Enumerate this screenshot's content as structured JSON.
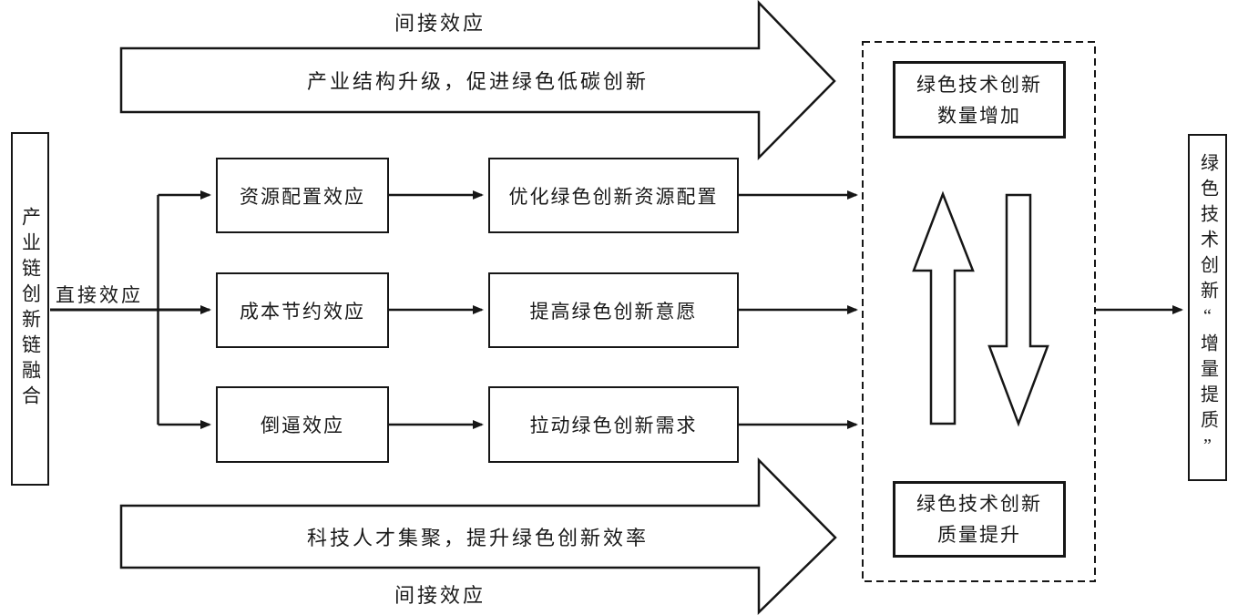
{
  "diagram": {
    "background": "#ffffff",
    "line_color": "#1a1a1a",
    "left_node": {
      "text": "产业链创新链融合"
    },
    "direct_effect_label": "直接效应",
    "top_arrow": {
      "label_above": "间接效应",
      "text": "产业结构升级，促进绿色低碳创新"
    },
    "bottom_arrow": {
      "text": "科技人才集聚，提升绿色创新效率",
      "label_below": "间接效应"
    },
    "effect_rows": [
      {
        "effect": "资源配置效应",
        "outcome": "优化绿色创新资源配置"
      },
      {
        "effect": "成本节约效应",
        "outcome": "提高绿色创新意愿"
      },
      {
        "effect": "倒逼效应",
        "outcome": "拉动绿色创新需求"
      }
    ],
    "dashed_group": {
      "top_box": {
        "line1": "绿色技术创新",
        "line2": "数量增加"
      },
      "bottom_box": {
        "line1": "绿色技术创新",
        "line2": "质量提升"
      }
    },
    "right_node": {
      "text": "绿色技术创新“增量提质”"
    }
  }
}
